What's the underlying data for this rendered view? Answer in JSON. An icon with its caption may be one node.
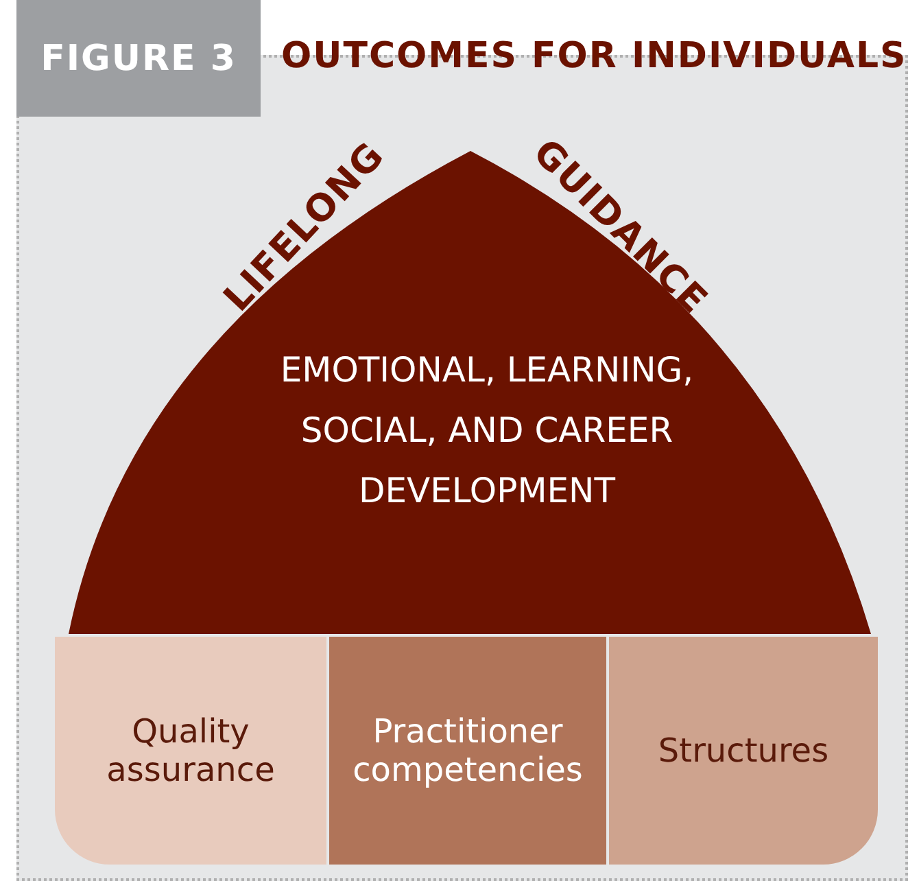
{
  "diagram": {
    "title": "OUTCOMES FOR INDIVIDUALS",
    "nodes": [
      {
        "text": [
          "EMOTIONAL, LEARNING, SOCIAL, AND CAREER DEVELOPMENT"
        ]
      },
      {
        "text": [
          "Quality assurance"
        ]
      },
      {
        "text": [
          "Practitioner competencies"
        ]
      },
      {
        "text": [
          "Structures"
        ]
      }
    ],
    "labels": [
      "FIGURE 3",
      "LIFELONG",
      "GUIDANCE"
    ]
  }
}
